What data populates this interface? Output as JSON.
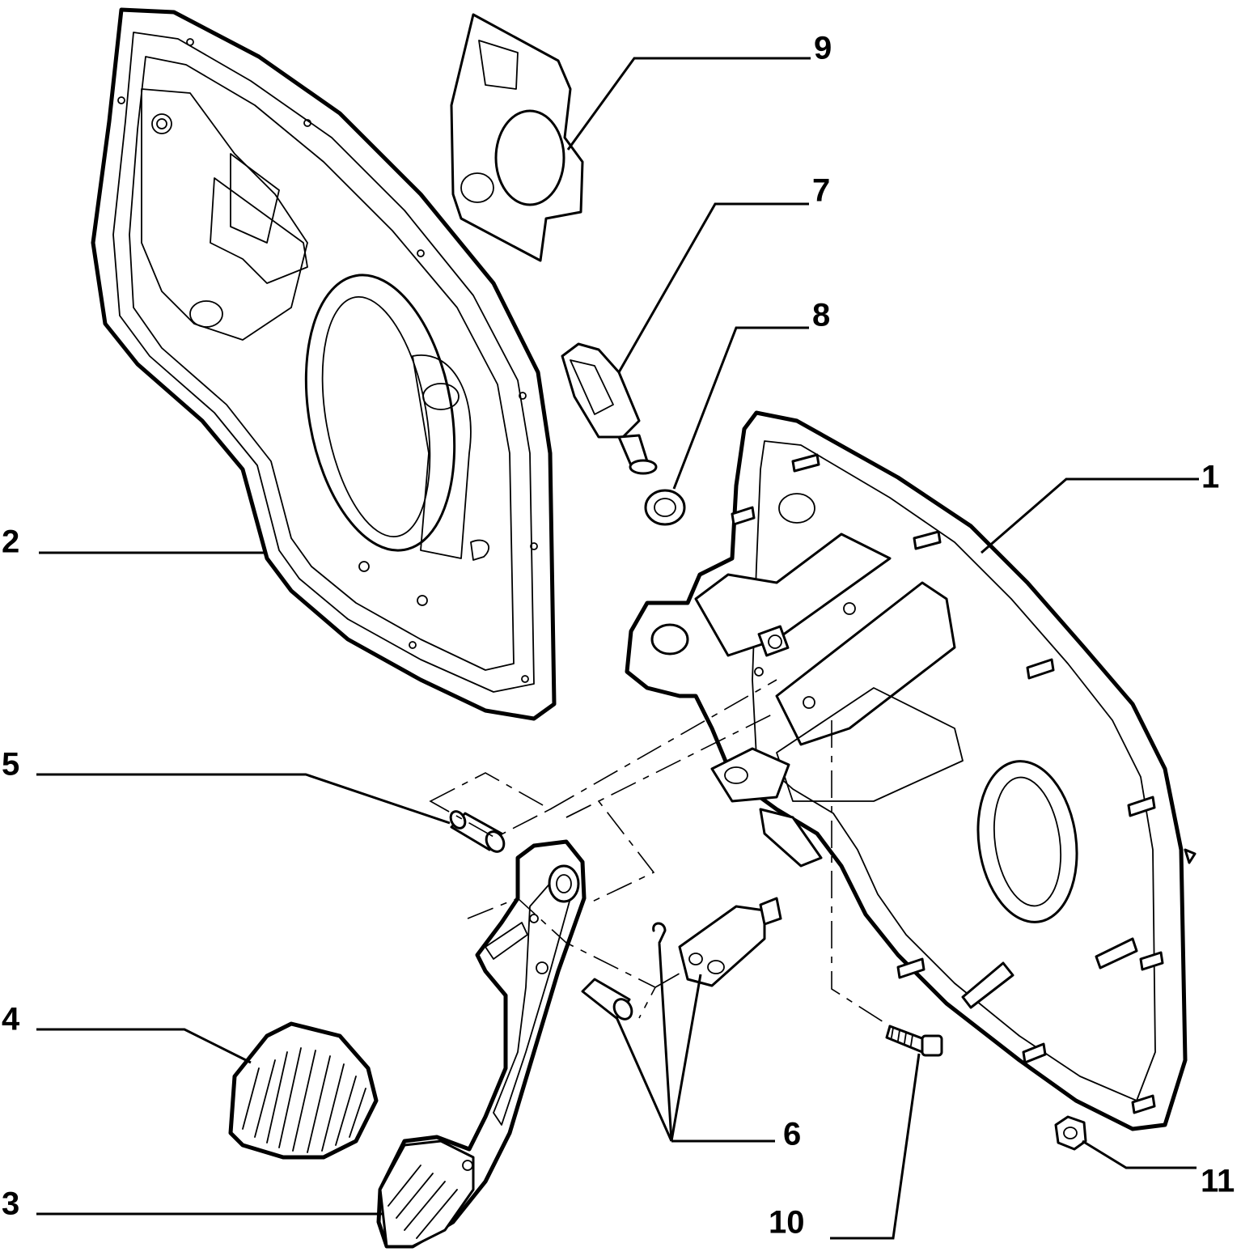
{
  "callouts": [
    {
      "id": "1",
      "label": "1"
    },
    {
      "id": "2",
      "label": "2"
    },
    {
      "id": "3",
      "label": "3"
    },
    {
      "id": "4",
      "label": "4"
    },
    {
      "id": "5",
      "label": "5"
    },
    {
      "id": "6",
      "label": "6"
    },
    {
      "id": "7",
      "label": "7"
    },
    {
      "id": "8",
      "label": "8"
    },
    {
      "id": "9",
      "label": "9"
    },
    {
      "id": "10",
      "label": "10"
    },
    {
      "id": "11",
      "label": "11"
    }
  ],
  "colors": {
    "line": "#000000",
    "background": "#ffffff",
    "gasket_fill": "#dcdcdc"
  }
}
